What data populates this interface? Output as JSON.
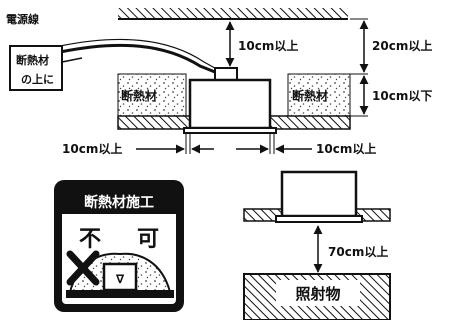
{
  "diagram": {
    "power_cable_label": "電源線",
    "insulation_callout": [
      "断熱材",
      "の上に"
    ],
    "insulation_left": "断熱材",
    "insulation_right": "断熱材",
    "dim_top_clearance": "10cm以上",
    "dim_ceiling_clearance": "20cm以上",
    "dim_recess_depth": "10cm以下",
    "dim_side_left": "10cm以上",
    "dim_side_right": "10cm以上",
    "warning_line1": "断熱材施工",
    "warning_line2": [
      "不",
      "可"
    ],
    "dim_object_distance": "70cm以上",
    "illuminated_object_label": "照射物"
  },
  "colors": {
    "ink": "#111111",
    "speckle": "#444444",
    "background": "#ffffff"
  }
}
